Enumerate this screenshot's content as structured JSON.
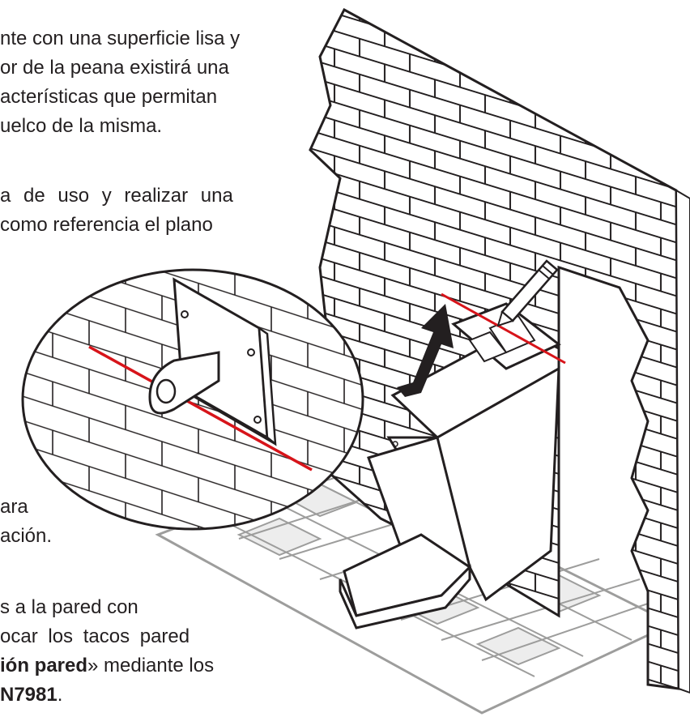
{
  "text": {
    "para1_line1": "nte con una superficie lisa y",
    "para1_line2": "or de la peana existirá una",
    "para1_line3": "acterísticas que permitan",
    "para1_line4": "uelco de la misma.",
    "para2_line1": "a de uso y realizar una",
    "para2_line2": "como referencia el plano",
    "para3_line1": "ara",
    "para3_line2": "ación.",
    "para4_line1": "s a la pared con",
    "para4_line2": "ocar los tacos pared",
    "para4_line3_bold": "ión pared",
    "para4_line3_rest": "» mediante los",
    "para4_line4_bold": "N7981",
    "para4_line4_rest": "."
  },
  "colors": {
    "text": "#231f20",
    "line": "#231f20",
    "mark": "#d7141a",
    "floor": "#9d9d9c",
    "floor_fill": "#ededed"
  },
  "icons": [
    "pencil-icon",
    "arrow-up-icon"
  ]
}
